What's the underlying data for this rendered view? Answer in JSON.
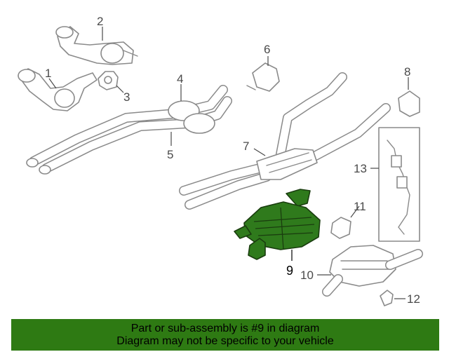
{
  "diagram": {
    "callouts": [
      "1",
      "2",
      "3",
      "4",
      "5",
      "6",
      "7",
      "8",
      "9",
      "10",
      "11",
      "12",
      "13"
    ],
    "highlight_color": "#2f7a1c",
    "part_outline_color": "#8a8a8a"
  },
  "banner": {
    "line1": "Part or sub-assembly is #9 in diagram",
    "line2": "Diagram may not be specific to your vehicle",
    "background": "#2e7a13"
  }
}
